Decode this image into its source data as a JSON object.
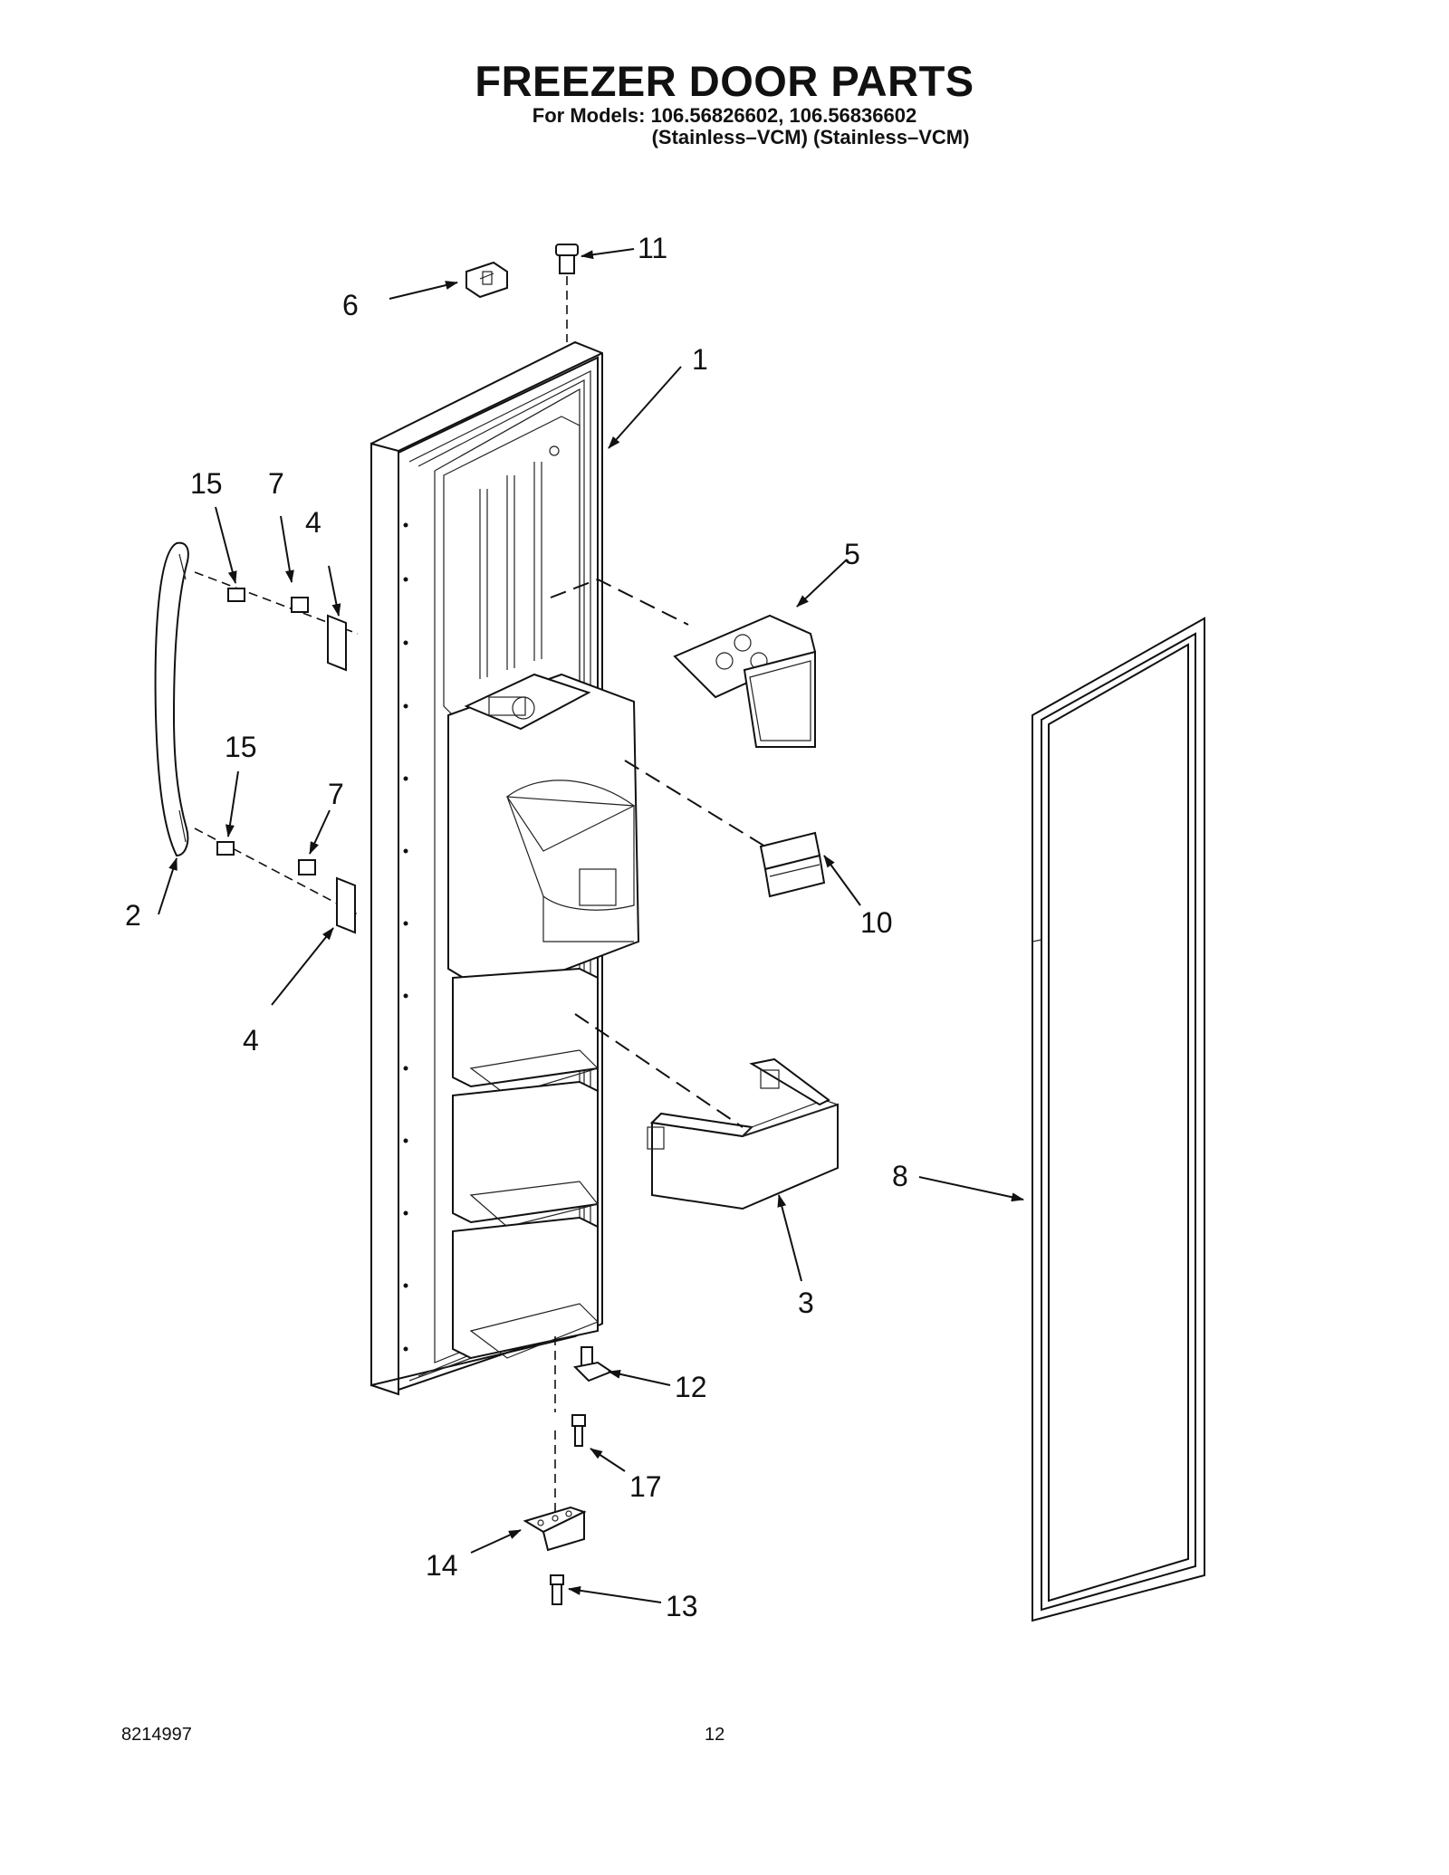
{
  "header": {
    "title": "FREEZER DOOR PARTS",
    "models_line": "For Models: 106.56826602, 106.56836602",
    "finish_line": "(Stainless–VCM) (Stainless–VCM)"
  },
  "callouts": [
    "1",
    "2",
    "3",
    "4",
    "4",
    "5",
    "6",
    "7",
    "7",
    "8",
    "10",
    "11",
    "12",
    "13",
    "14",
    "15",
    "15",
    "17"
  ],
  "footer": {
    "doc_number": "8214997",
    "page_number": "12"
  }
}
